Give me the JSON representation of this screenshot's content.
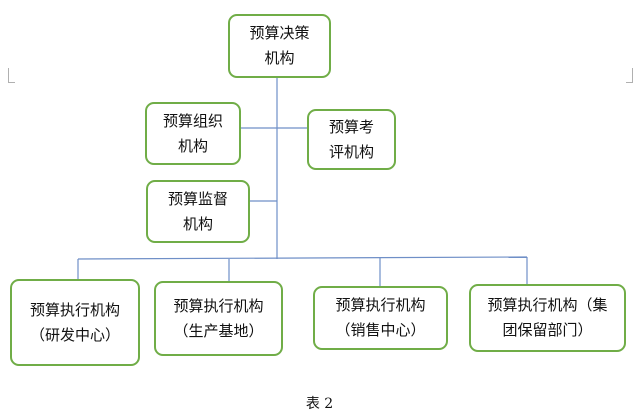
{
  "diagram": {
    "nodes": {
      "decision": "预算决策\n机构",
      "organization": "预算组织\n机构",
      "assessment": "预算考\n评机构",
      "supervision": "预算监督\n机构",
      "exec_rd": "预算执行机构\n（研发中心）",
      "exec_production": "预算执行机构\n（生产基地）",
      "exec_sales": "预算执行机构\n（销售中心）",
      "exec_group": "预算执行机构（集\n团保留部门）"
    },
    "colors": {
      "box_border": "#70ad47",
      "connector": "#5b7fbf"
    }
  },
  "caption": "表 2"
}
